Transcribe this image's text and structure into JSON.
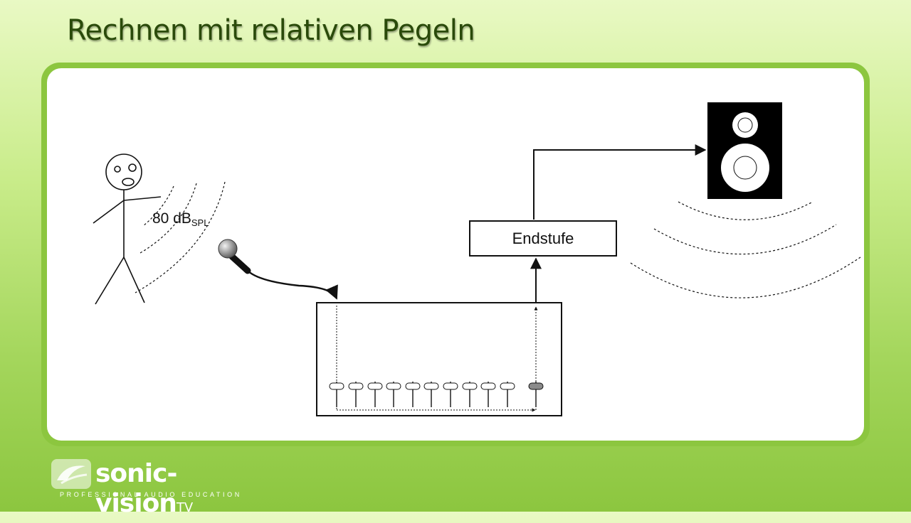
{
  "title": "Rechnen mit relativen Pegeln",
  "diagram": {
    "level_value": "80 dB",
    "level_unit": "SPL",
    "amplifier_label": "Endstufe",
    "mixer_channel_count": 11
  },
  "logo": {
    "name": "sonic-vision",
    "suffix": "TV",
    "tagline": "PROFESSIONAL AUDIO EDUCATION"
  }
}
